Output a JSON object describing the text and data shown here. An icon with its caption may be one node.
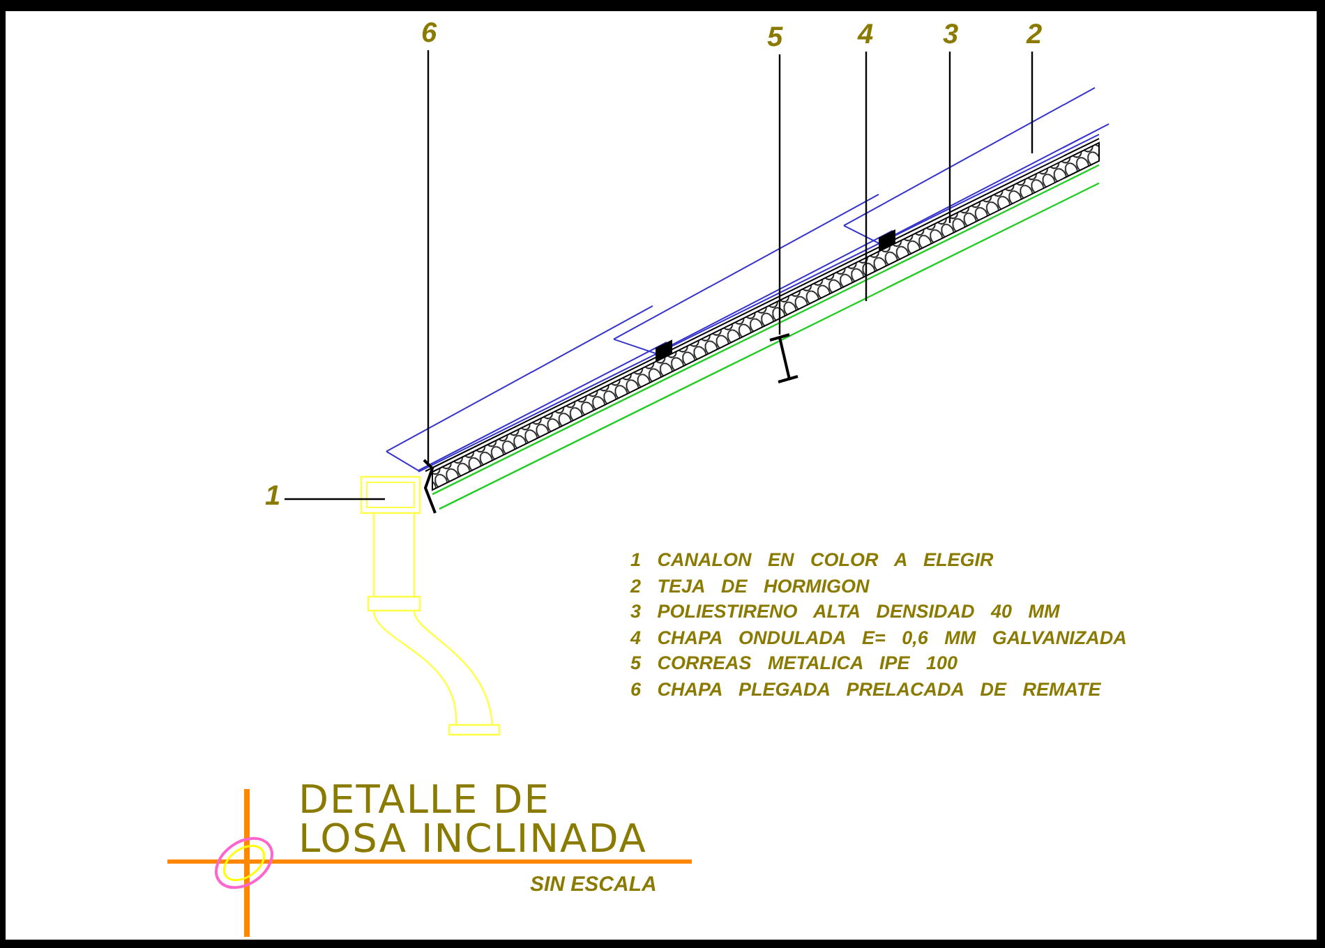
{
  "diagram": {
    "title": "DETALLE DE LOSA INCLINADA",
    "caption": "SIN ESCALA",
    "nodes": [
      {
        "text": [
          "6"
        ]
      },
      {
        "text": [
          "5"
        ]
      },
      {
        "text": [
          "4"
        ]
      },
      {
        "text": [
          "3"
        ]
      },
      {
        "text": [
          "2"
        ]
      },
      {
        "text": [
          "1"
        ]
      }
    ],
    "edges": [
      {
        "from": 0,
        "to": null,
        "arrow": "none"
      },
      {
        "from": 1,
        "to": null,
        "arrow": "none"
      },
      {
        "from": 2,
        "to": null,
        "arrow": "none"
      },
      {
        "from": 3,
        "to": null,
        "arrow": "none"
      },
      {
        "from": 4,
        "to": null,
        "arrow": "none"
      },
      {
        "from": 5,
        "to": null,
        "arrow": "none"
      }
    ],
    "labels": [
      "1 CANALON EN COLOR A ELEGIR",
      "2 TEJA DE HORMIGON",
      "3 POLIESTIRENO ALTA DENSIDAD 40 MM",
      "4 CHAPA ONDULADA E= 0,6 MM GALVANIZADA",
      "5 CORREAS METALICA IPE 100",
      "6 CHAPA PLEGADA PRELACADA DE REMATE"
    ]
  }
}
